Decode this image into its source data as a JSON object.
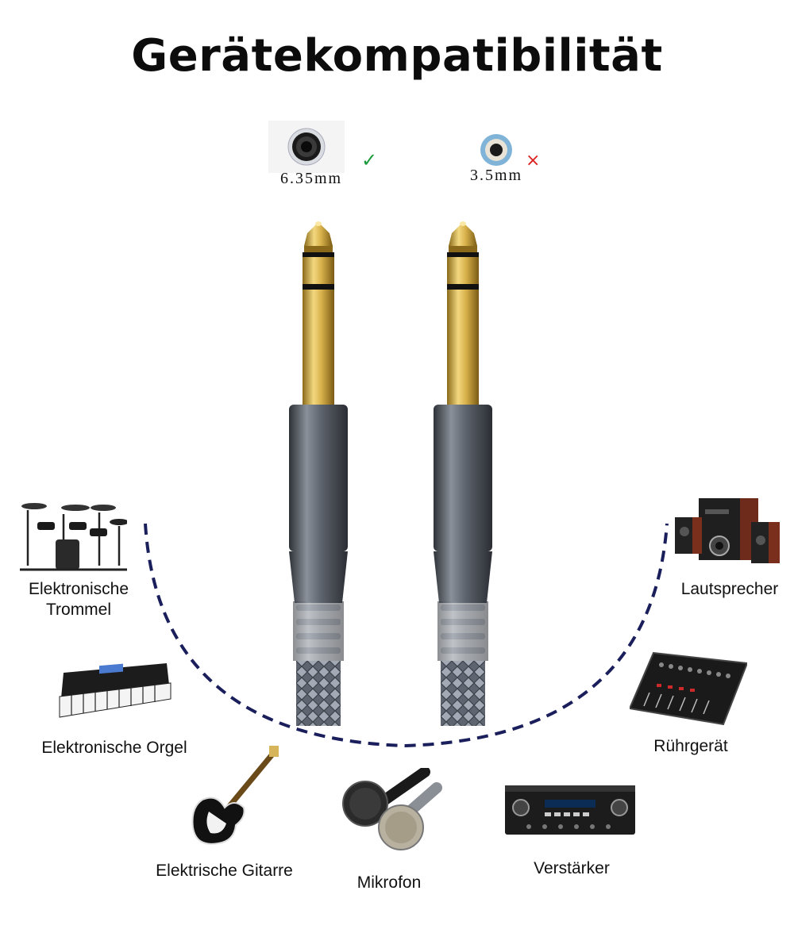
{
  "title": "Gerätekompatibilität",
  "jacks": {
    "large": {
      "label": "6.35mm",
      "mark": "✓"
    },
    "small": {
      "label": "3.5mm",
      "mark": "×"
    }
  },
  "devices": {
    "drum": {
      "label_line1": "Elektronische",
      "label_line2": "Trommel"
    },
    "organ": {
      "label": "Elektronische Orgel"
    },
    "guitar": {
      "label": "Elektrische Gitarre"
    },
    "microphone": {
      "label": "Mikrofon"
    },
    "amplifier": {
      "label": "Verstärker"
    },
    "mixer": {
      "label": "Rührgerät"
    },
    "speaker": {
      "label": "Lautsprecher"
    }
  },
  "colors": {
    "arc": "#1a1f5c",
    "gold": "#c9a336",
    "metal": "#5a5f68",
    "braid": "#6f7682",
    "check": "#1a9a3a",
    "cross": "#dd2222"
  }
}
